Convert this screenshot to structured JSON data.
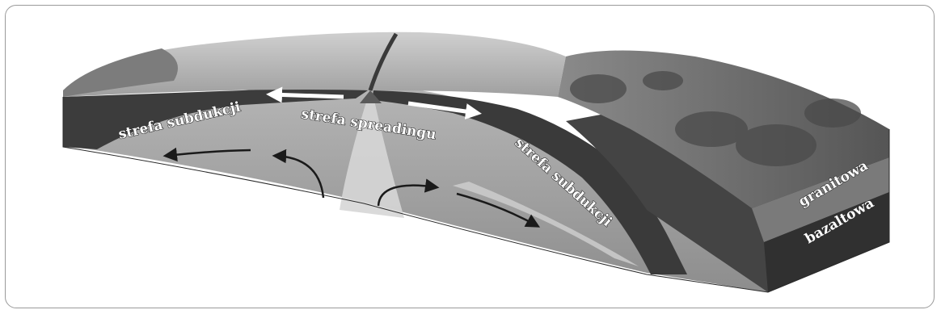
{
  "labels": {
    "subduction_left": "strefa subdukcji",
    "spreading": "strefa spreadingu",
    "subduction_right": "strefa subdukcji",
    "granite": "granitowa",
    "basalt": "bazaltowa"
  },
  "colors": {
    "ocean_surface": "#b4b4b4",
    "land": "#6e6e6e",
    "oceanic_plate": "#3b3b3b",
    "mantle": "#9c9c9c",
    "mantle_light": "#c9c9c9",
    "block_side": "#353535",
    "arrow": "#1a1a1a"
  }
}
